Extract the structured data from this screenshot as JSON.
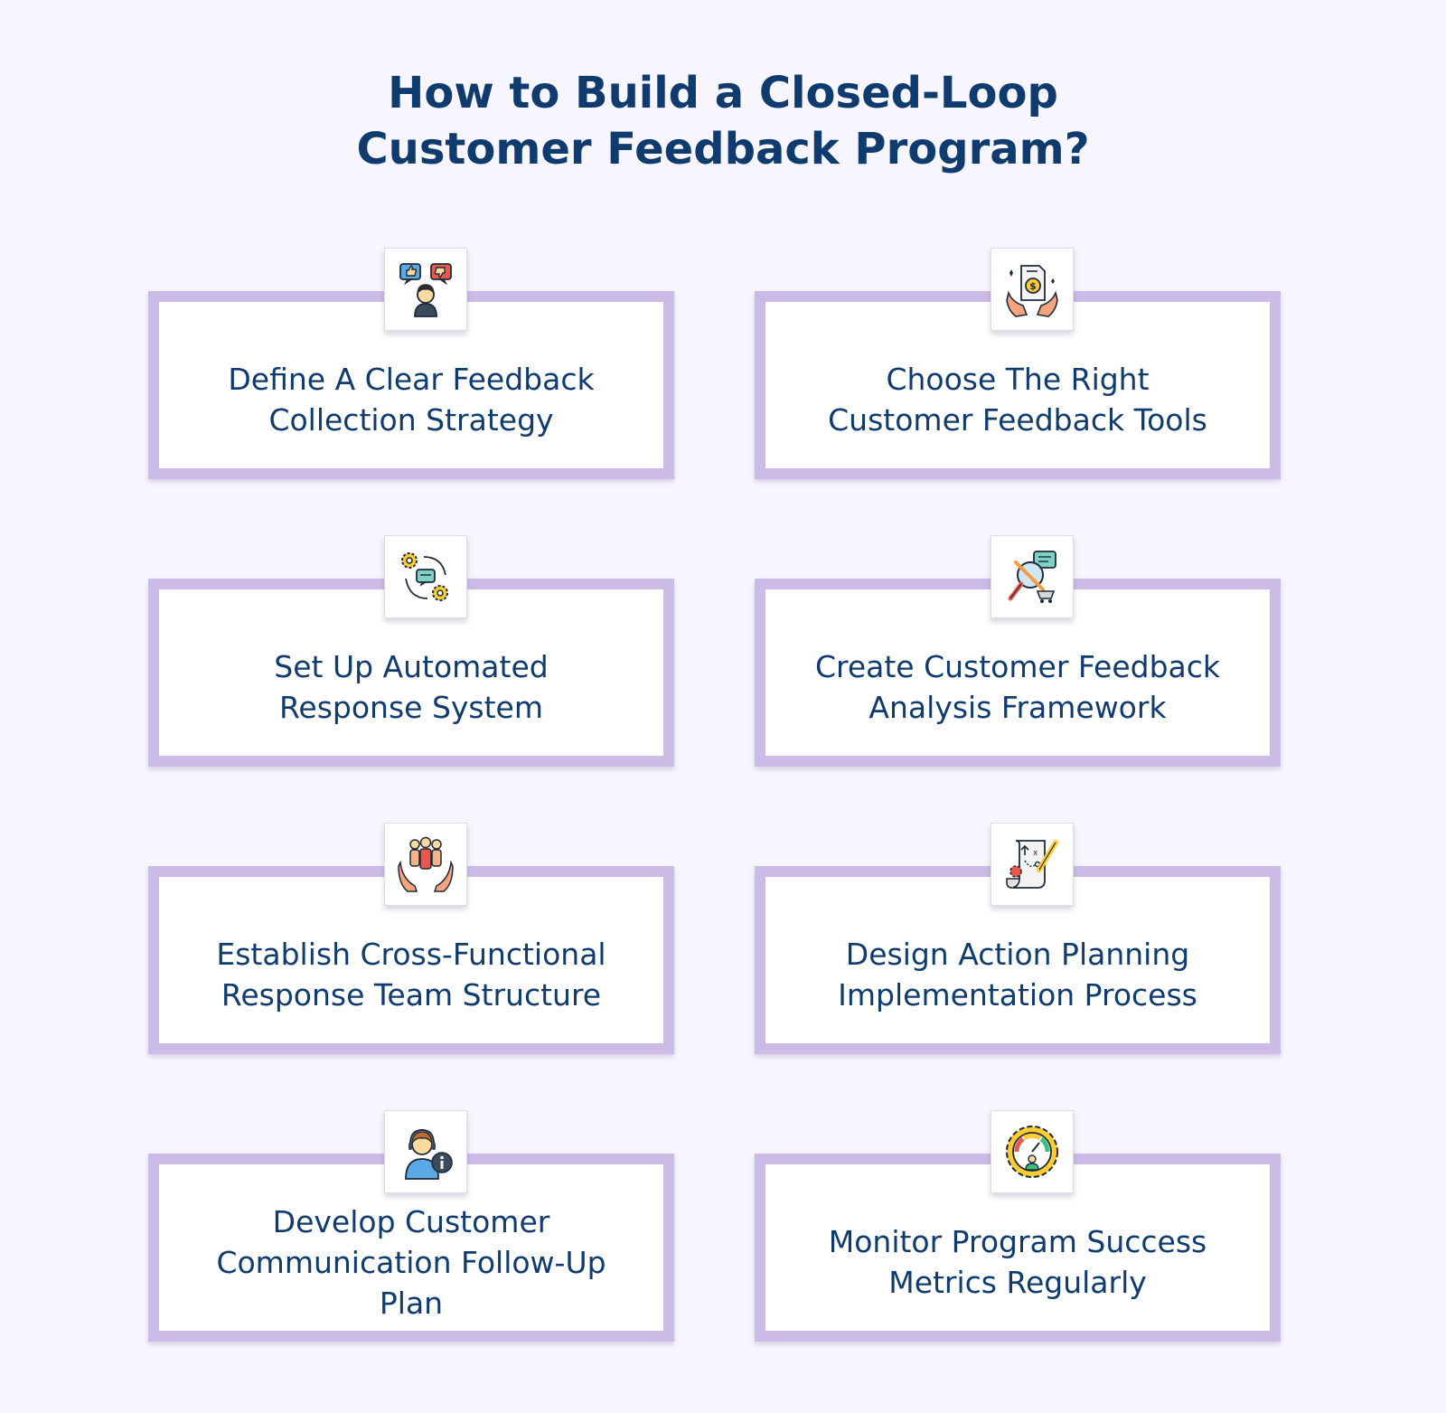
{
  "title": {
    "line1": "How to Build a Closed-Loop",
    "line2": "Customer Feedback Program?"
  },
  "steps": [
    {
      "label": "Define A Clear Feedback\nCollection Strategy",
      "icon": "feedback-thumbs-icon"
    },
    {
      "label": "Choose The Right\nCustomer Feedback Tools",
      "icon": "money-hands-icon"
    },
    {
      "label": "Set Up Automated\nResponse System",
      "icon": "gear-chat-cycle-icon"
    },
    {
      "label": "Create Customer Feedback\nAnalysis Framework",
      "icon": "magnifier-analysis-icon"
    },
    {
      "label": "Establish Cross-Functional\nResponse Team Structure",
      "icon": "team-hands-icon"
    },
    {
      "label": "Design Action Planning\nImplementation Process",
      "icon": "plan-document-pencil-icon"
    },
    {
      "label": "Develop Customer\nCommunication Follow-Up\nPlan",
      "icon": "support-agent-icon"
    },
    {
      "label": "Monitor Program Success\nMetrics Regularly",
      "icon": "gauge-gear-icon"
    }
  ],
  "colors": {
    "background": "#f7f5fd",
    "text": "#0f3b6f",
    "card_border": "#ccbbe6"
  }
}
